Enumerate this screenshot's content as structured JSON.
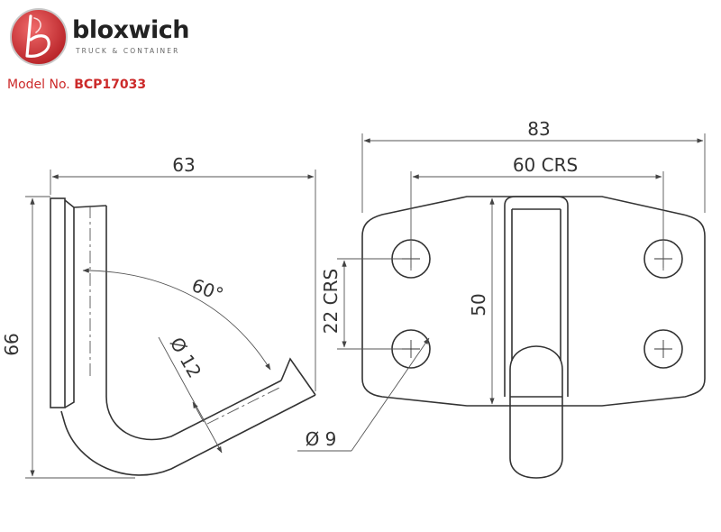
{
  "header": {
    "brand_name": "bloxwich",
    "brand_tagline": "TRUCK & CONTAINER",
    "model_label": "Model No.",
    "model_value": "BCP17033",
    "colors": {
      "brand_red": "#cc2a2a",
      "logo_gradient_dark": "#b51f24",
      "logo_gradient_light": "#ef6a6a",
      "brand_text": "#222222"
    }
  },
  "side_view": {
    "width_dim": "63",
    "height_dim": "66",
    "angle_dim": "60°",
    "rod_diameter_dim": "Ø 12"
  },
  "front_view": {
    "overall_width_dim": "83",
    "hole_centers_width_dim": "60 CRS",
    "height_dim": "50",
    "hole_centers_height_dim": "22 CRS",
    "hole_diameter_dim": "Ø 9"
  },
  "line_color": "#333333"
}
